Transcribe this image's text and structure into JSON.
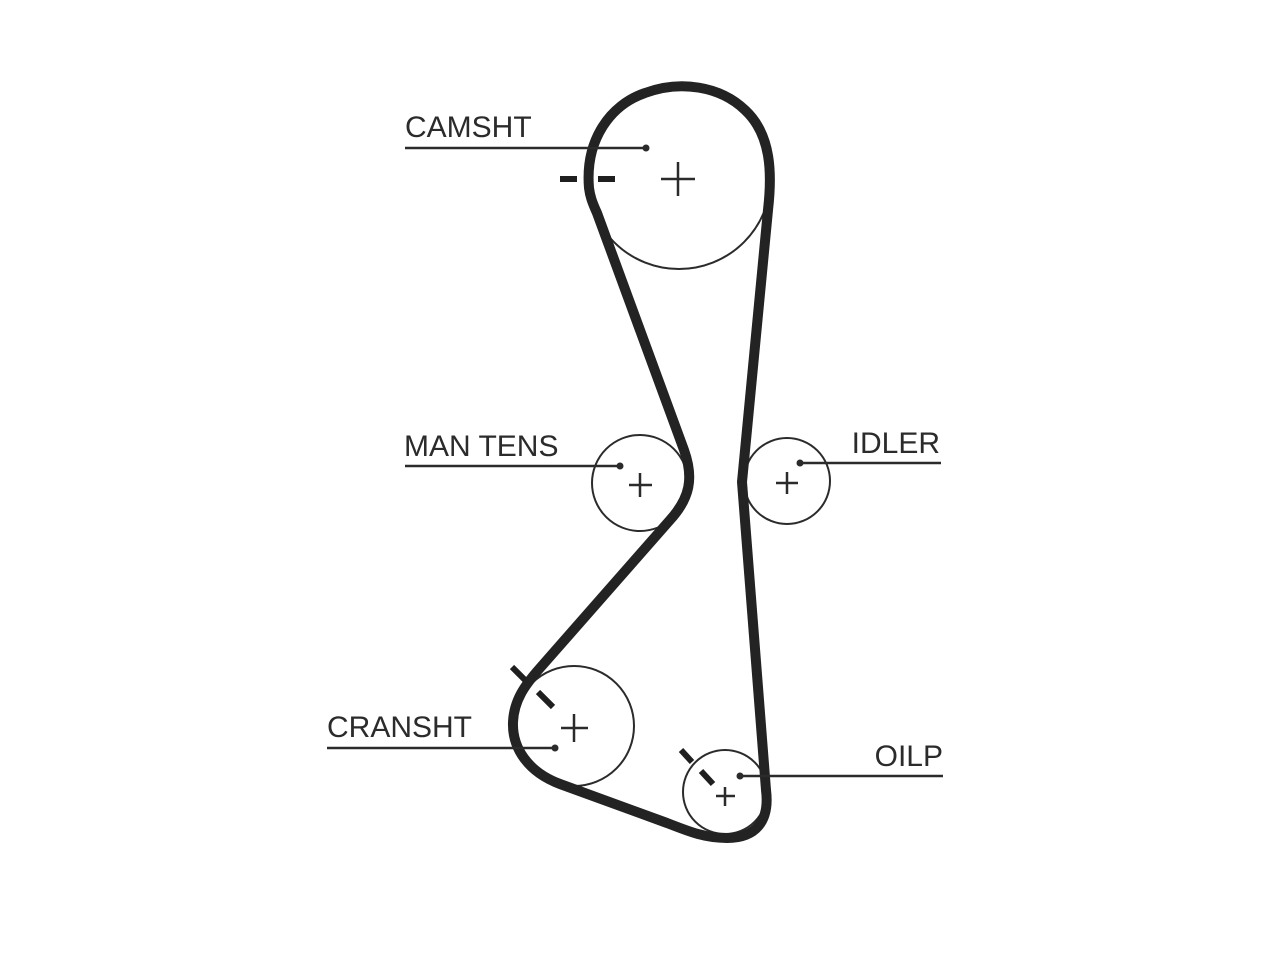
{
  "labels": {
    "camshaft": "CAMSHT",
    "manual_tensioner": "MAN TENS",
    "idler": "IDLER",
    "crankshaft": "CRANSHT",
    "oil_pump": "OILP"
  },
  "colors": {
    "line": "#2b2b2b",
    "belt": "#232323",
    "background": "#ffffff"
  }
}
